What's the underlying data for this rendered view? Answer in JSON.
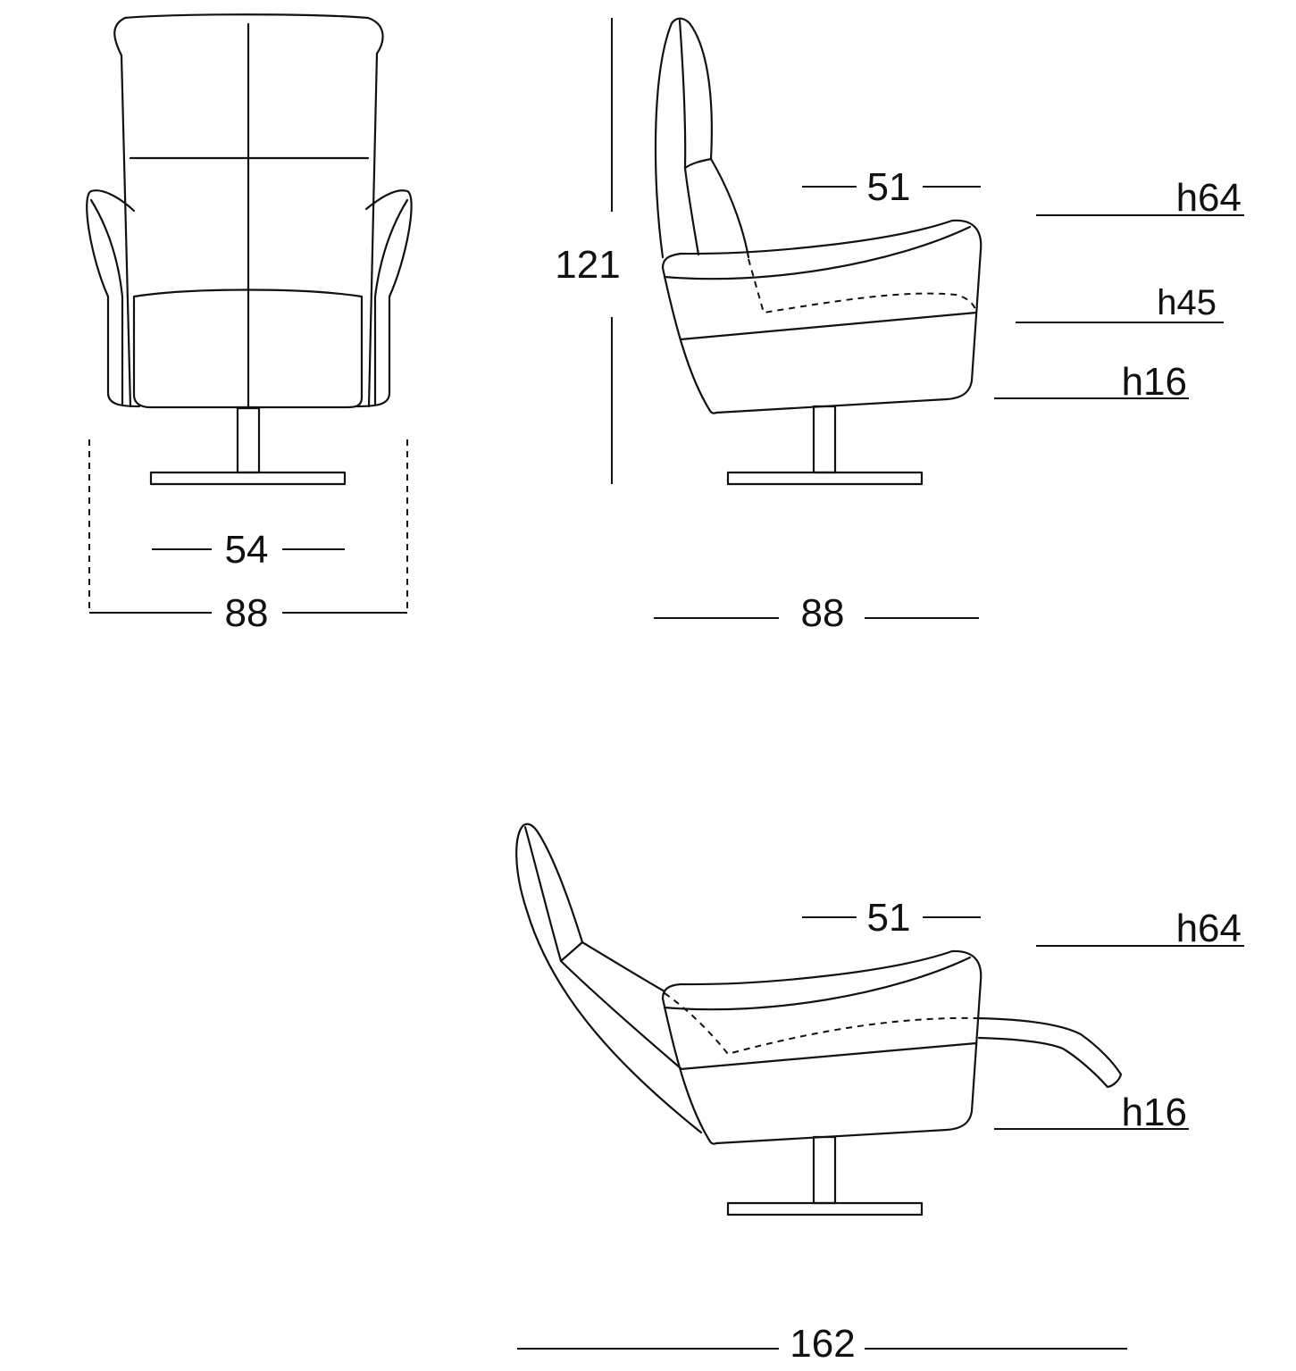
{
  "front_view": {
    "base_width": "54",
    "overall_width": "88"
  },
  "side_view": {
    "height": "121",
    "seat_depth": "51",
    "depth": "88",
    "armrest_height": "h64",
    "seat_height": "h45",
    "base_clearance": "h16"
  },
  "reclined_view": {
    "seat_depth": "51",
    "armrest_height": "h64",
    "base_clearance": "h16",
    "extended_length": "162"
  },
  "colors": {
    "line": "#111111",
    "background": "#ffffff"
  }
}
